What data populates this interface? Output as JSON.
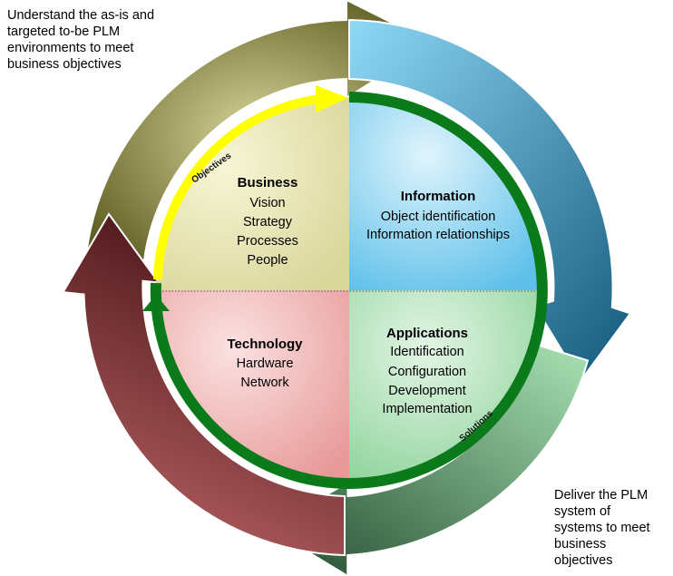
{
  "notes": {
    "top_left": "Understand the as-is and\ntargeted to-be PLM\nenvironments to meet\nbusiness objectives",
    "bottom_right": "Deliver the PLM\nsystem of\nsystems to meet\nbusiness\nobjectives"
  },
  "arc_labels": {
    "objectives": "Objectives",
    "solutions": "Solutions"
  },
  "quadrants": {
    "business": {
      "title": "Business",
      "items": [
        "Vision",
        "Strategy",
        "Processes",
        "People"
      ]
    },
    "information": {
      "title": "Information",
      "items": [
        "Object identification",
        "Information relationships"
      ]
    },
    "technology": {
      "title": "Technology",
      "items": [
        "Hardware",
        "Network"
      ]
    },
    "applications": {
      "title": "Applications",
      "items": [
        "Identification",
        "Configuration",
        "Development",
        "Implementation"
      ]
    }
  },
  "colors": {
    "business": "#ecebb2",
    "information": "#8fd0ee",
    "technology": "#f4b6b6",
    "applications": "#b2e1b6",
    "ring_olive": "#8c8b45",
    "ring_blue": "#2f8fb8",
    "ring_green": "#3f8d57",
    "ring_red": "#8c3437",
    "inner_arrow_yellow": "#ffff00",
    "inner_arrow_green": "#0a7a1a"
  }
}
